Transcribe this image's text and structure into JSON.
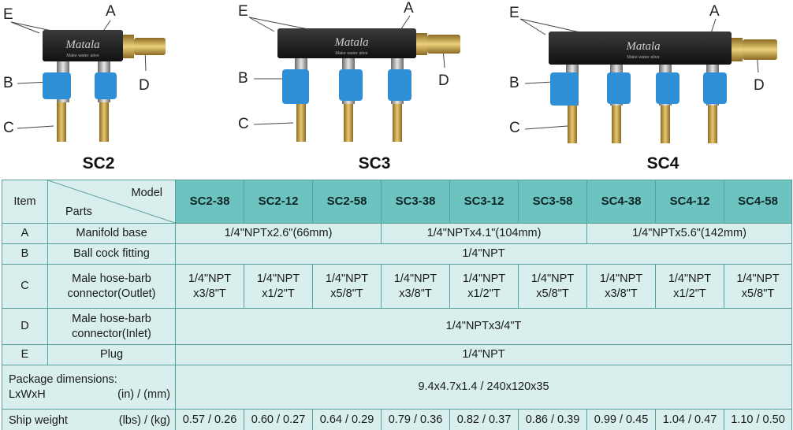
{
  "callouts": {
    "a": "A",
    "b": "B",
    "c": "C",
    "d": "D",
    "e": "E"
  },
  "brand": {
    "name": "Matala",
    "tagline": "Make water alive"
  },
  "products": [
    "SC2",
    "SC3",
    "SC4"
  ],
  "table": {
    "header": {
      "item": "Item",
      "model": "Model",
      "parts": "Parts",
      "models": [
        "SC2-38",
        "SC2-12",
        "SC2-58",
        "SC3-38",
        "SC3-12",
        "SC3-58",
        "SC4-38",
        "SC4-12",
        "SC4-58"
      ]
    },
    "rows": {
      "a": {
        "item": "A",
        "part": "Manifold base",
        "values": [
          "1/4\"NPTx2.6\"(66mm)",
          "1/4\"NPTx4.1\"(104mm)",
          "1/4\"NPTx5.6\"(142mm)"
        ]
      },
      "b": {
        "item": "B",
        "part": "Ball cock fitting",
        "value": "1/4\"NPT"
      },
      "c": {
        "item": "C",
        "part_l1": "Male hose-barb",
        "part_l2": "connector(Outlet)",
        "cells": [
          [
            "1/4\"NPT",
            "x3/8\"T"
          ],
          [
            "1/4\"NPT",
            "x1/2\"T"
          ],
          [
            "1/4\"NPT",
            "x5/8\"T"
          ],
          [
            "1/4\"NPT",
            "x3/8\"T"
          ],
          [
            "1/4\"NPT",
            "x1/2\"T"
          ],
          [
            "1/4\"NPT",
            "x5/8\"T"
          ],
          [
            "1/4\"NPT",
            "x3/8\"T"
          ],
          [
            "1/4\"NPT",
            "x1/2\"T"
          ],
          [
            "1/4\"NPT",
            "x5/8\"T"
          ]
        ]
      },
      "d": {
        "item": "D",
        "part_l1": "Male hose-barb",
        "part_l2": "connector(Inlet)",
        "value": "1/4\"NPTx3/4\"T"
      },
      "e": {
        "item": "E",
        "part": "Plug",
        "value": "1/4\"NPT"
      },
      "package": {
        "label_l1": "Package dimensions:",
        "label_l2": "LxWxH",
        "unit": "(in) / (mm)",
        "value": "9.4x4.7x1.4 / 240x120x35"
      },
      "ship": {
        "label": "Ship weight",
        "unit": "(lbs) / (kg)",
        "values": [
          "0.57 / 0.26",
          "0.60 / 0.27",
          "0.64 / 0.29",
          "0.79 / 0.36",
          "0.82 / 0.37",
          "0.86 / 0.39",
          "0.99 / 0.45",
          "1.04 / 0.47",
          "1.10 / 0.50"
        ]
      }
    }
  },
  "colors": {
    "header_fill": "#6cc3bf",
    "cell_fill": "#d9efee",
    "border": "#5b9e9c",
    "valve_handle": "#2f8fd6",
    "brass": "#c9a24a",
    "manifold": "#222222"
  }
}
